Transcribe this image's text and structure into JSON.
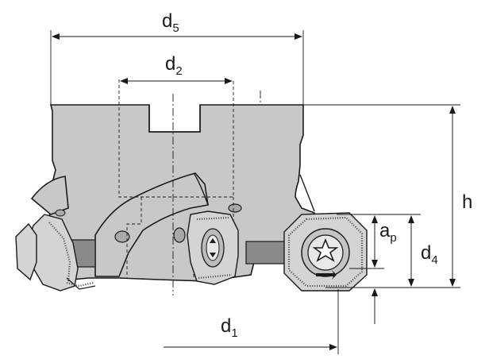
{
  "dimensions": {
    "d5": {
      "symbol": "d",
      "sub": "5"
    },
    "d2": {
      "symbol": "d",
      "sub": "2"
    },
    "h": {
      "symbol": "h"
    },
    "ap": {
      "symbol": "a",
      "sub": "p"
    },
    "d4": {
      "symbol": "d",
      "sub": "4"
    },
    "d1": {
      "symbol": "d",
      "sub": "1"
    }
  },
  "colors": {
    "body": "#c8c8c8",
    "insert": "#d4d4d4",
    "line": "#1a1a1a"
  }
}
